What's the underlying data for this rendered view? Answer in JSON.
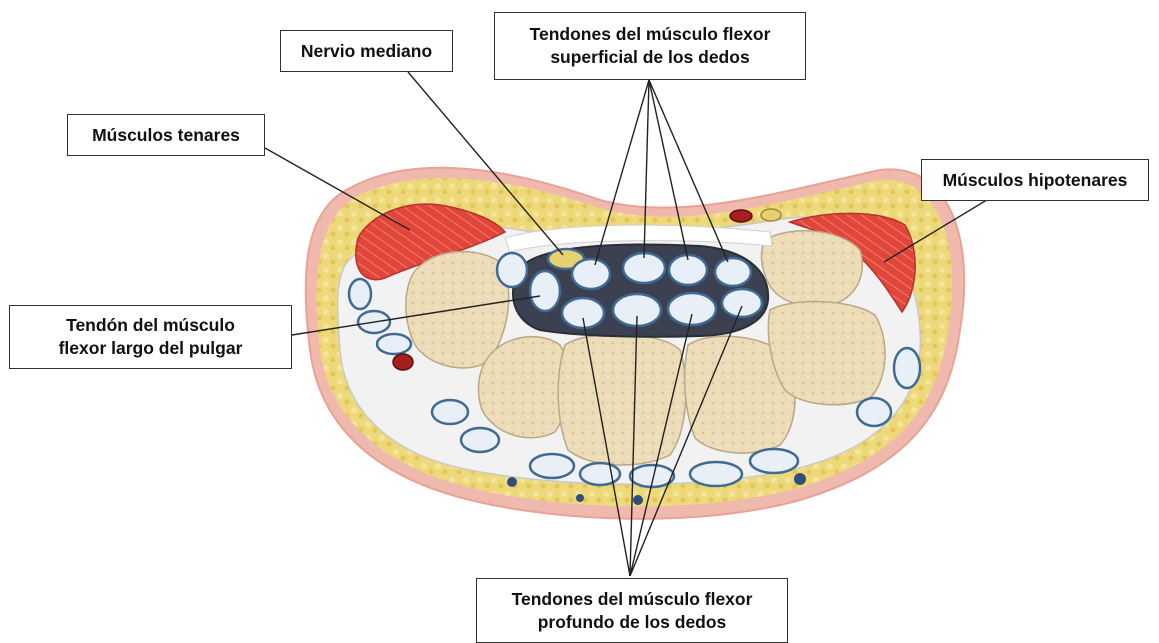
{
  "labels": {
    "nervio_mediano": "Nervio mediano",
    "superficial": {
      "line1": "Tendones del músculo flexor",
      "line2": "superficial de los dedos"
    },
    "tenares": "Músculos tenares",
    "hipotenares": "Músculos hipotenares",
    "pulgar": {
      "line1": "Tendón del músculo",
      "line2": "flexor largo del pulgar"
    },
    "profundo": {
      "line1": "Tendones del músculo flexor",
      "line2": "profundo de los dedos"
    }
  },
  "colors": {
    "skin": "#f0b9ae",
    "fat": "#eed97a",
    "muscle": "#e0463a",
    "bone": "#ecdcb7",
    "tendon": "#e8eff7",
    "tendon_outline": "#3f6a93",
    "carpal_tunnel": "#3b4150",
    "ligament": "#f4f4f4",
    "nerve": "#e7d070",
    "vessel": "#a51f1f"
  }
}
